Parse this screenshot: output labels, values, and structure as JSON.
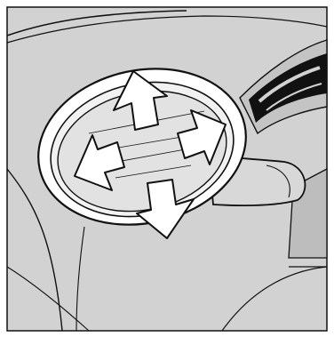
{
  "illustration": {
    "subject": "mirror-adjustment-diagram",
    "colors": {
      "background": "#ffffff",
      "body_panel": "#d2d2d2",
      "line": "#111111",
      "glass": "#e2e2e2",
      "arrow_fill": "#ffffff"
    },
    "arrows": [
      {
        "icon": "arrow-up-icon",
        "direction": "up"
      },
      {
        "icon": "arrow-right-icon",
        "direction": "right"
      },
      {
        "icon": "arrow-down-icon",
        "direction": "down"
      },
      {
        "icon": "arrow-left-icon",
        "direction": "left"
      }
    ]
  }
}
